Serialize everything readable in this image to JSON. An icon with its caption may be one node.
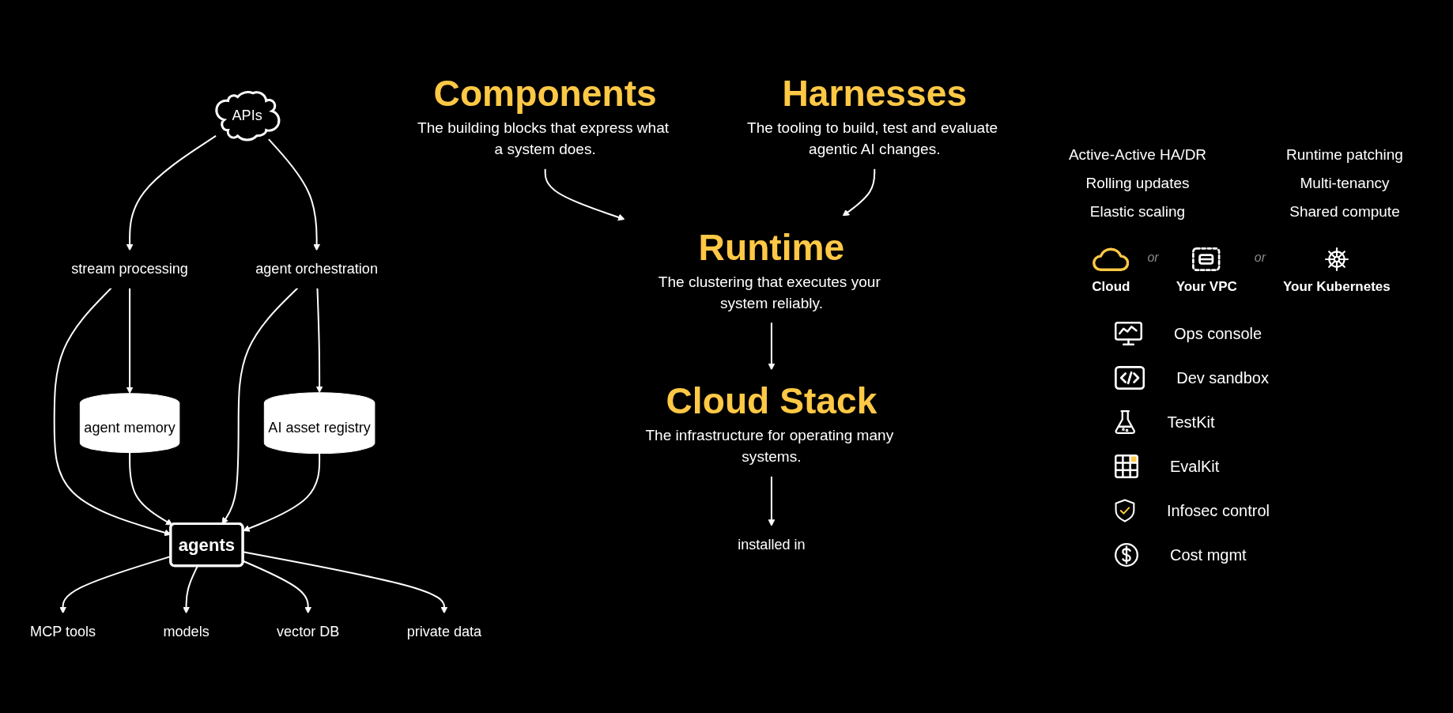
{
  "diagram": {
    "nodes": [
      {
        "text": [
          "Components",
          "The building blocks that express what a system does."
        ]
      },
      {
        "text": [
          "Runtime",
          "The clustering that executes your system reliably."
        ]
      },
      {
        "text": [
          "Harnesses",
          "The tooling to build, test and evaluate agentic AI changes."
        ]
      },
      {
        "text": [
          "Cloud Stack",
          "The infrastructure for operating many systems."
        ]
      },
      {
        "text": [
          "APIs"
        ]
      },
      {
        "text": [
          "stream processing"
        ]
      },
      {
        "text": [
          "agent orchestration"
        ]
      },
      {
        "text": [
          "agents"
        ]
      },
      {
        "text": [
          "agent memory"
        ]
      },
      {
        "text": [
          "AI asset registry"
        ]
      },
      {
        "text": [
          "MCP tools"
        ]
      },
      {
        "text": [
          "models"
        ]
      },
      {
        "text": [
          "vector DB"
        ]
      },
      {
        "text": [
          "private data"
        ]
      },
      {
        "text": [
          "installed in"
        ]
      }
    ],
    "edges": [
      {
        "from": 0,
        "to": 1,
        "arrow": "to"
      },
      {
        "from": 2,
        "to": 1,
        "arrow": "to"
      },
      {
        "from": 1,
        "to": 3,
        "arrow": "to"
      },
      {
        "from": 3,
        "to": 14,
        "arrow": "to"
      },
      {
        "from": 4,
        "to": 5,
        "arrow": "to"
      },
      {
        "from": 4,
        "to": 6,
        "arrow": "to"
      },
      {
        "from": 5,
        "to": 7,
        "arrow": "to"
      },
      {
        "from": 6,
        "to": 7,
        "arrow": "to"
      },
      {
        "from": 5,
        "to": 8,
        "arrow": "to"
      },
      {
        "from": 6,
        "to": 9,
        "arrow": "to"
      },
      {
        "from": 8,
        "to": 7,
        "arrow": "to"
      },
      {
        "from": 9,
        "to": 7,
        "arrow": "to"
      },
      {
        "from": 7,
        "to": 10,
        "arrow": "to"
      },
      {
        "from": 7,
        "to": 11,
        "arrow": "to"
      },
      {
        "from": 7,
        "to": 12,
        "arrow": "to"
      },
      {
        "from": 7,
        "to": 13,
        "arrow": "to"
      }
    ],
    "labels": [
      "Active-Active HA/DR",
      "Runtime patching",
      "Rolling updates",
      "Multi-tenancy",
      "Elastic scaling",
      "Shared compute",
      "Cloud",
      "or",
      "Your VPC",
      "or",
      "Your Kubernetes",
      "Ops console",
      "Dev sandbox",
      "TestKit",
      "EvalKit",
      "Infosec control",
      "Cost mgmt"
    ]
  }
}
